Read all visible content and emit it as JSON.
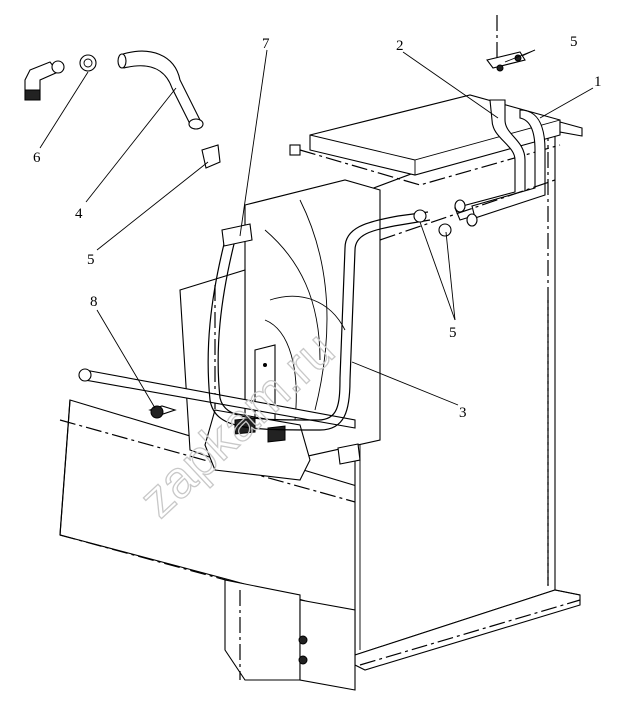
{
  "diagram": {
    "callouts": [
      {
        "id": "c1",
        "text": "1"
      },
      {
        "id": "c2",
        "text": "2"
      },
      {
        "id": "c3",
        "text": "3"
      },
      {
        "id": "c4",
        "text": "4"
      },
      {
        "id": "c5a",
        "text": "5"
      },
      {
        "id": "c5b",
        "text": "5"
      },
      {
        "id": "c5c",
        "text": "5"
      },
      {
        "id": "c6",
        "text": "6"
      },
      {
        "id": "c7",
        "text": "7"
      },
      {
        "id": "c8",
        "text": "8"
      }
    ],
    "watermark": "zapkam.ru"
  }
}
